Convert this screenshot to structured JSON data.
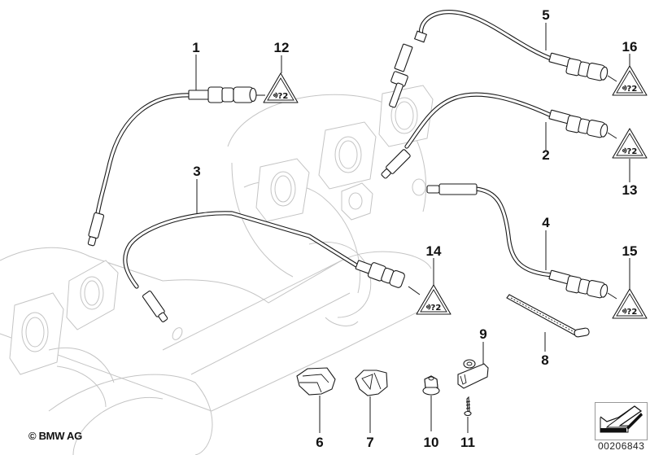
{
  "diagram": {
    "title": "Lambda probe / oxygen sensor parts diagram",
    "copyright": "© BMW AG",
    "drawing_number": "00206843",
    "callouts": [
      {
        "id": "1",
        "label": "1",
        "part": "oxygen-sensor"
      },
      {
        "id": "2",
        "label": "2",
        "part": "oxygen-sensor"
      },
      {
        "id": "3",
        "label": "3",
        "part": "oxygen-sensor"
      },
      {
        "id": "4",
        "label": "4",
        "part": "oxygen-sensor"
      },
      {
        "id": "5",
        "label": "5",
        "part": "oxygen-sensor"
      },
      {
        "id": "6",
        "label": "6",
        "part": "cable-clip"
      },
      {
        "id": "7",
        "label": "7",
        "part": "cable-clamp"
      },
      {
        "id": "8",
        "label": "8",
        "part": "cable-tie"
      },
      {
        "id": "9",
        "label": "9",
        "part": "cable-holder"
      },
      {
        "id": "10",
        "label": "10",
        "part": "nut"
      },
      {
        "id": "11",
        "label": "11",
        "part": "screw"
      },
      {
        "id": "12",
        "label": "12",
        "part": "warning-label"
      },
      {
        "id": "13",
        "label": "13",
        "part": "warning-label"
      },
      {
        "id": "14",
        "label": "14",
        "part": "warning-label"
      },
      {
        "id": "15",
        "label": "15",
        "part": "warning-label"
      },
      {
        "id": "16",
        "label": "16",
        "part": "warning-label"
      }
    ],
    "navigation": {
      "icon": "arrow-back-icon"
    }
  }
}
